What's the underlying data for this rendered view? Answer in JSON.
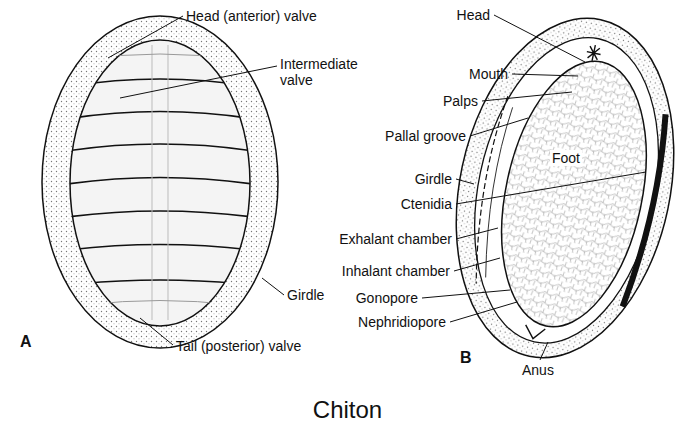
{
  "diagram": {
    "caption": "Chiton",
    "labels": [
      "Head (anterior) valve",
      "Intermediate valve",
      "Girdle",
      "Tail (posterior) valve",
      "A",
      "Head",
      "Mouth",
      "Palps",
      "Pallal groove",
      "Girdle",
      "Ctenidia",
      "Exhalant chamber",
      "Inhalant chamber",
      "Gonopore",
      "Nephridiopore",
      "B",
      "Anus",
      "Foot"
    ]
  }
}
